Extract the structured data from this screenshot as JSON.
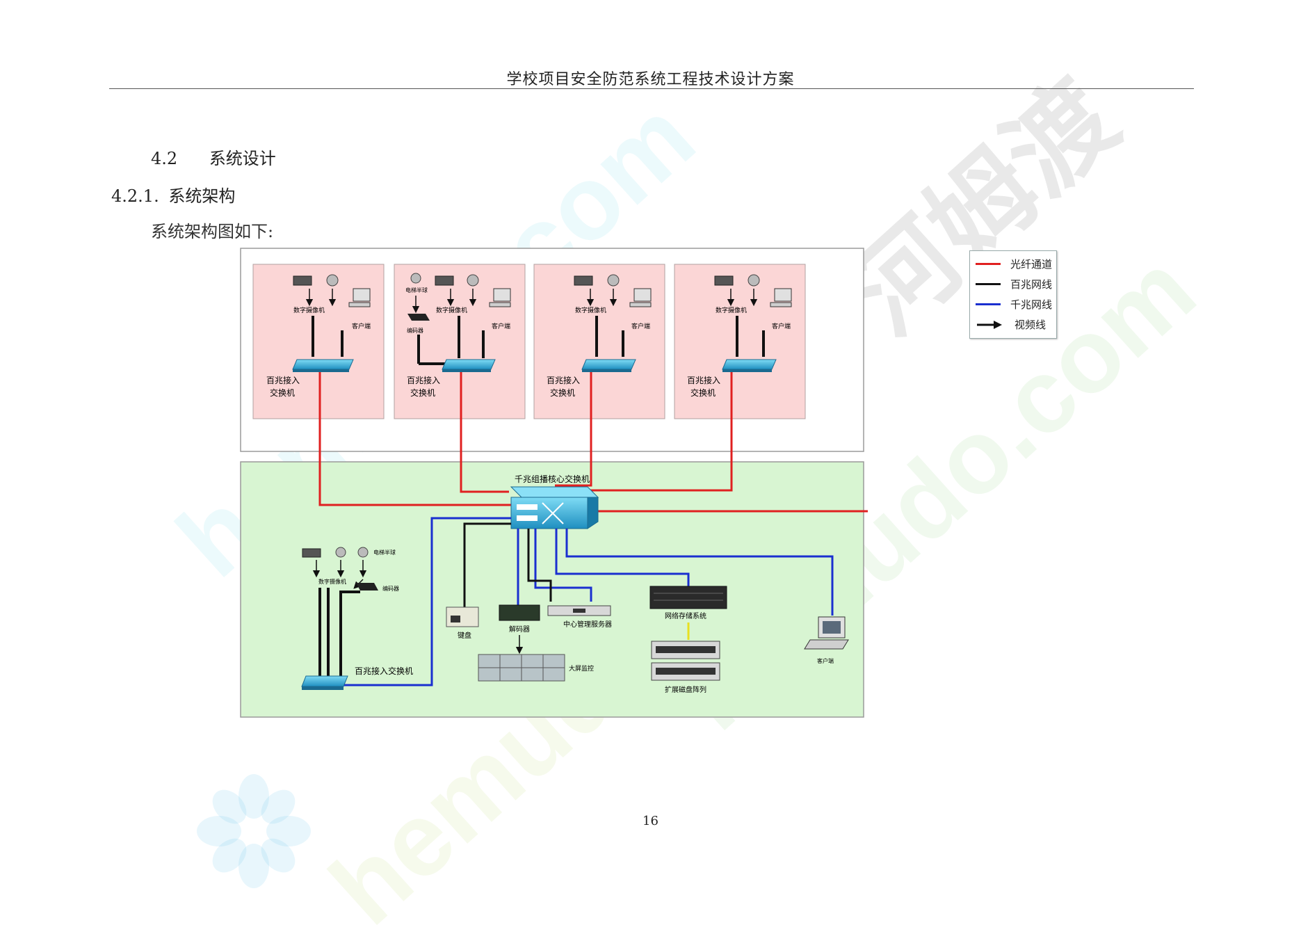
{
  "header": {
    "title": "学校项目安全防范系统工程技术设计方案"
  },
  "section": {
    "number": "4.2",
    "title": "系统设计"
  },
  "subsection": {
    "number": "4.2.1.",
    "title": "系统架构"
  },
  "intro_text": "系统架构图如下:",
  "page_number": "16",
  "watermark": {
    "brand_cn": "河姆渡",
    "domain": "hemudo.com"
  },
  "colors": {
    "fiber": "#e02020",
    "hundred_mbit": "#111111",
    "gigabit": "#1a2fd0",
    "zone_pink": "#fbd6d6",
    "zone_green": "#d8f5d2"
  },
  "diagram": {
    "zones": [
      {
        "switch_label_1": "百兆接入",
        "switch_label_2": "交换机",
        "camera_label": "数字摄像机",
        "client_label": "客户端"
      },
      {
        "switch_label_1": "百兆接入",
        "switch_label_2": "交换机",
        "camera_label": "数字摄像机",
        "client_label": "客户端",
        "elevator_label": "电梯半球",
        "encoder_label": "编码器"
      },
      {
        "switch_label_1": "百兆接入",
        "switch_label_2": "交换机",
        "camera_label": "数字摄像机",
        "client_label": "客户端"
      },
      {
        "switch_label_1": "百兆接入",
        "switch_label_2": "交换机",
        "camera_label": "数字摄像机",
        "client_label": "客户端"
      }
    ],
    "core": {
      "core_switch_label": "千兆组播核心交换机",
      "elevator_label": "电梯半球",
      "camera_label": "数字摄像机",
      "encoder_label": "编码器",
      "access_switch_label": "百兆接入交换机",
      "keyboard_label": "键盘",
      "decoder_label": "解码器",
      "video_wall_label": "大屏监控",
      "management_server_label": "中心管理服务器",
      "storage_label": "网络存储系统",
      "disk_array_label": "扩展磁盘阵列",
      "client_label": "客户端"
    }
  },
  "legend": [
    {
      "label": "光纤通道",
      "type": "red-line"
    },
    {
      "label": "百兆网线",
      "type": "black-line"
    },
    {
      "label": "千兆网线",
      "type": "blue-line"
    },
    {
      "label": "视频线",
      "type": "arrow"
    }
  ]
}
